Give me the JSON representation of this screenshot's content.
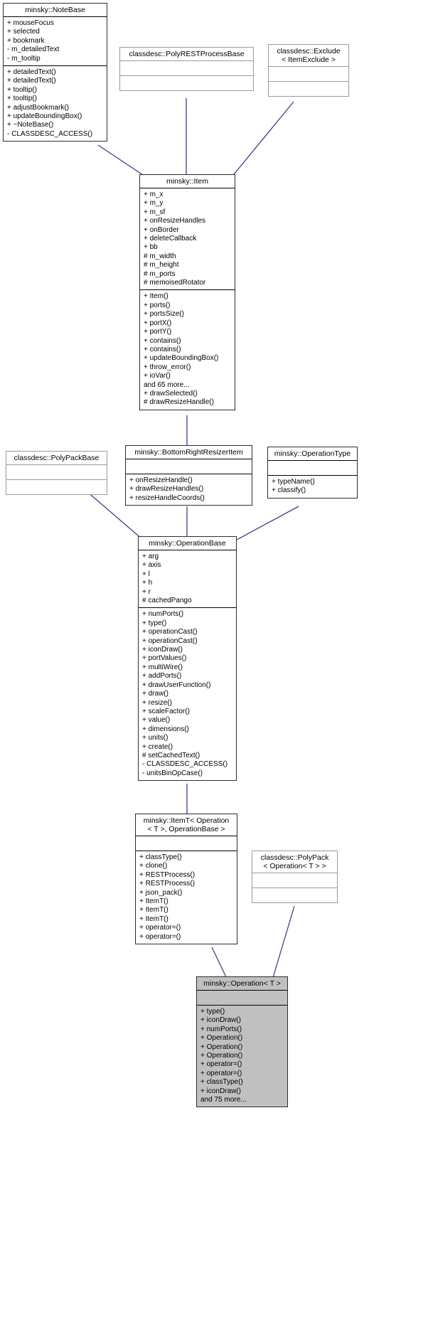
{
  "diagram": {
    "type": "uml-class-inheritance",
    "title": "minsky::Operation< T > inheritance diagram",
    "style": {
      "edge_color": "#3f3f8f",
      "box_border": "#000000",
      "light_border": "#9a9a9a",
      "highlight_fill": "#c0c0c0",
      "background": "#ffffff"
    }
  },
  "nodes": {
    "noteBase": {
      "name": "minsky::NoteBase",
      "attributes": [
        "+ mouseFocus",
        "+ selected",
        "+ bookmark",
        "- m_detailedText",
        "- m_tooltip"
      ],
      "methods": [
        "+ detailedText()",
        "+ detailedText()",
        "+ tooltip()",
        "+ tooltip()",
        "+ adjustBookmark()",
        "+ updateBoundingBox()",
        "+ ~NoteBase()",
        "- CLASSDESC_ACCESS()"
      ]
    },
    "polyRESTProcessBase": {
      "name": "classdesc::PolyRESTProcessBase",
      "attributes": [],
      "methods": []
    },
    "exclude": {
      "name": "classdesc::Exclude\n< ItemExclude >",
      "attributes": [],
      "methods": []
    },
    "item": {
      "name": "minsky::Item",
      "attributes": [
        "+ m_x",
        "+ m_y",
        "+ m_sf",
        "+ onResizeHandles",
        "+ onBorder",
        "+ deleteCallback",
        "+ bb",
        "# m_width",
        "# m_height",
        "# m_ports",
        "# memoisedRotator"
      ],
      "methods": [
        "+ Item()",
        "+ ports()",
        "+ portsSize()",
        "+ portX()",
        "+ portY()",
        "+ contains()",
        "+ contains()",
        "+ updateBoundingBox()",
        "+ throw_error()",
        "+ ioVar()",
        "and 65 more...",
        "+ drawSelected()",
        "# drawResizeHandle()"
      ]
    },
    "polyPackBase": {
      "name": "classdesc::PolyPackBase",
      "attributes": [],
      "methods": []
    },
    "bottomRightResizerItem": {
      "name": "minsky::BottomRightResizerItem",
      "attributes": [],
      "methods": [
        "+ onResizeHandle()",
        "+ drawResizeHandles()",
        "+ resizeHandleCoords()"
      ]
    },
    "operationType": {
      "name": "minsky::OperationType",
      "attributes": [],
      "methods": [
        "+ typeName()",
        "+ classify()"
      ]
    },
    "operationBase": {
      "name": "minsky::OperationBase",
      "attributes": [
        "+ arg",
        "+ axis",
        "+ l",
        "+ h",
        "+ r",
        "# cachedPango"
      ],
      "methods": [
        "+ numPorts()",
        "+ type()",
        "+ operationCast()",
        "+ operationCast()",
        "+ iconDraw()",
        "+ portValues()",
        "+ multiWire()",
        "+ addPorts()",
        "+ drawUserFunction()",
        "+ draw()",
        "+ resize()",
        "+ scaleFactor()",
        "+ value()",
        "+ dimensions()",
        "+ units()",
        "+ create()",
        "# setCachedText()",
        "- CLASSDESC_ACCESS()",
        "- unitsBinOpCase()"
      ]
    },
    "itemT": {
      "name": "minsky::ItemT< Operation\n< T >, OperationBase >",
      "attributes": [],
      "methods": [
        "+ classType()",
        "+ clone()",
        "+ RESTProcess()",
        "+ RESTProcess()",
        "+ json_pack()",
        "+ ItemT()",
        "+ ItemT()",
        "+ ItemT()",
        "+ operator=()",
        "+ operator=()"
      ]
    },
    "polyPack": {
      "name": "classdesc::PolyPack\n< Operation< T > >",
      "attributes": [],
      "methods": []
    },
    "operation": {
      "name": "minsky::Operation< T >",
      "attributes": [],
      "methods": [
        "+ type()",
        "+ iconDraw()",
        "+ numPorts()",
        "+ Operation()",
        "+ Operation()",
        "+ Operation()",
        "+ operator=()",
        "+ operator=()",
        "+ classType()",
        "+ iconDraw()",
        "and 75 more..."
      ]
    }
  }
}
